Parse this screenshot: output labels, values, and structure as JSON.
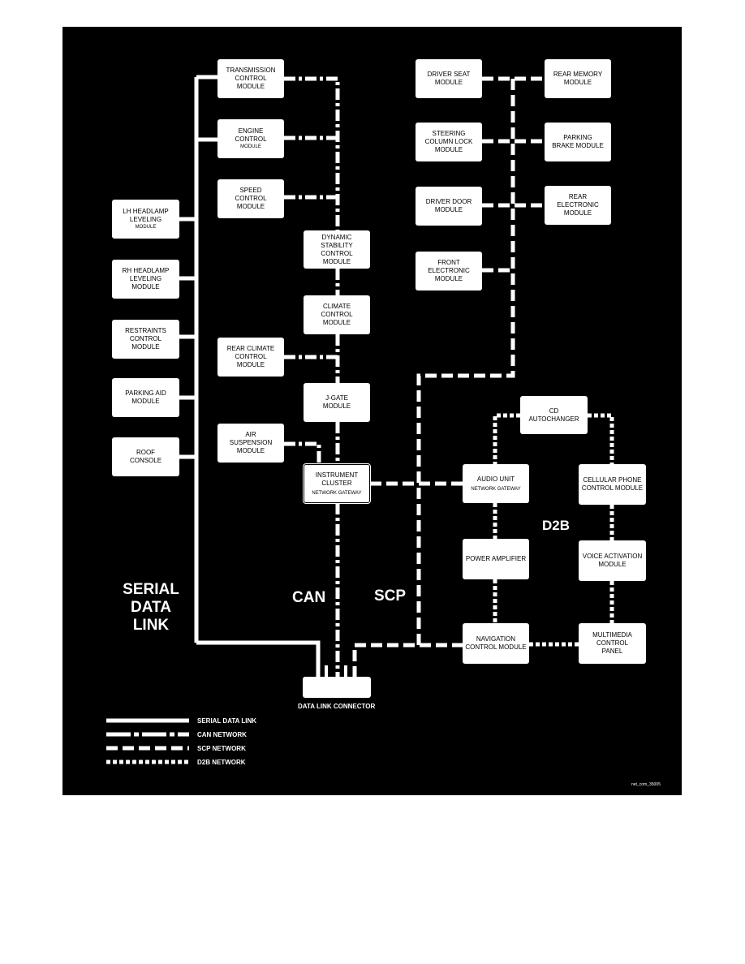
{
  "modules": {
    "transmission": "TRANSMISSION\nCONTROL\nMODULE",
    "engine": "ENGINE\nCONTROL",
    "engine_sub": "MODULE",
    "speed": "SPEED\nCONTROL\nMODULE",
    "lh_headlamp": "LH HEADLAMP\nLEVELING",
    "lh_headlamp_sub": "MODULE",
    "rh_headlamp": "RH HEADLAMP\nLEVELING\nMODULE",
    "restraints": "RESTRAINTS\nCONTROL\nMODULE",
    "parking_aid": "PARKING AID\nMODULE",
    "roof": "ROOF\nCONSOLE",
    "dsc": "DYNAMIC\nSTABILITY\nCONTROL\nMODULE",
    "climate": "CLIMATE\nCONTROL\nMODULE",
    "rear_climate": "REAR CLIMATE\nCONTROL\nMODULE",
    "jgate": "J-GATE\nMODULE",
    "air_suspension": "AIR\nSUSPENSION\nMODULE",
    "instrument_cluster": "INSTRUMENT\nCLUSTER",
    "instrument_cluster_sub": "NETWORK GATEWAY",
    "driver_seat": "DRIVER SEAT\nMODULE",
    "steering_column": "STEERING\nCOLUMN LOCK\nMODULE",
    "driver_door": "DRIVER DOOR\nMODULE",
    "front_electronic": "FRONT\nELECTRONIC\nMODULE",
    "rear_memory": "REAR MEMORY\nMODULE",
    "parking_brake": "PARKING\nBRAKE MODULE",
    "rear_electronic": "REAR\nELECTRONIC\nMODULE",
    "cd_autochanger": "CD\nAUTOCHANGER",
    "audio_unit": "AUDIO UNIT",
    "audio_unit_sub": "NETWORK GATEWAY",
    "cellular_phone": "CELLULAR PHONE\nCONTROL MODULE",
    "power_amplifier": "POWER AMPLIFIER",
    "voice_activation": "VOICE ACTIVATION\nMODULE",
    "navigation": "NAVIGATION\nCONTROL MODULE",
    "multimedia": "MULTIMEDIA\nCONTROL\nPANEL"
  },
  "labels": {
    "serial_line1": "SERIAL",
    "serial_line2": "DATA LINK",
    "can": "CAN",
    "scp": "SCP",
    "d2b": "D2B",
    "dlc": "DATA LINK CONNECTOR",
    "ref": "net_com_35005"
  },
  "legend": {
    "serial": "SERIAL DATA LINK",
    "can": "CAN NETWORK",
    "scp": "SCP NETWORK",
    "d2b": "D2B NETWORK"
  },
  "colors": {
    "background": "#000000",
    "wire": "#ffffff",
    "box": "#ffffff"
  }
}
